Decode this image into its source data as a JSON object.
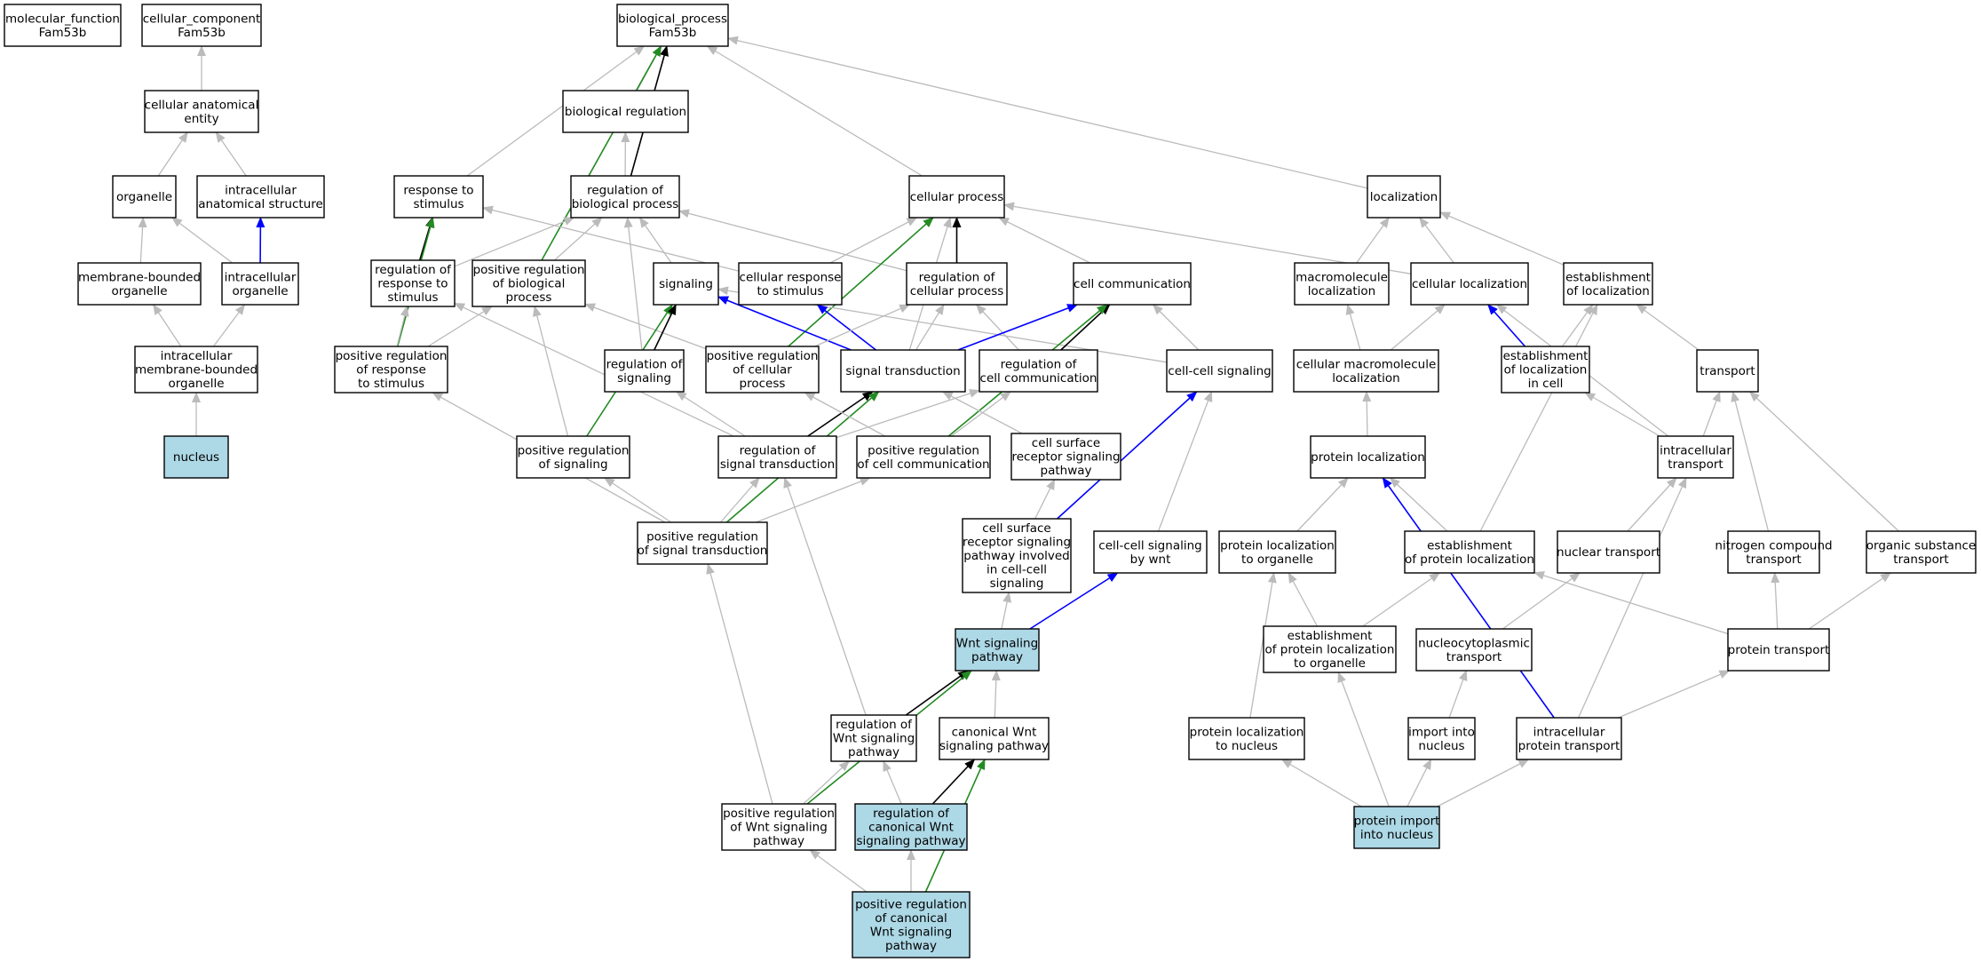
{
  "colors": {
    "is_a": "#bbbbbb",
    "part_of": "#0000ff",
    "regulates": "#000000",
    "positively_regulates": "#228b22",
    "highlight_fill": "#add8e6",
    "node_fill": "#ffffff",
    "node_border": "#000000"
  },
  "nodes": [
    {
      "id": "mf",
      "lines": [
        "molecular_function",
        "Fam53b"
      ]
    },
    {
      "id": "cc",
      "lines": [
        "cellular_component",
        "Fam53b"
      ]
    },
    {
      "id": "bp",
      "lines": [
        "biological_process",
        "Fam53b"
      ]
    },
    {
      "id": "cae",
      "lines": [
        "cellular anatomical",
        "entity"
      ]
    },
    {
      "id": "breg",
      "lines": [
        "biological regulation"
      ]
    },
    {
      "id": "organelle",
      "lines": [
        "organelle"
      ]
    },
    {
      "id": "ias",
      "lines": [
        "intracellular",
        "anatomical structure"
      ]
    },
    {
      "id": "rstim",
      "lines": [
        "response to",
        "stimulus"
      ]
    },
    {
      "id": "rbp",
      "lines": [
        "regulation of",
        "biological process"
      ]
    },
    {
      "id": "cproc",
      "lines": [
        "cellular process"
      ]
    },
    {
      "id": "loc",
      "lines": [
        "localization"
      ]
    },
    {
      "id": "mbo",
      "lines": [
        "membrane-bounded",
        "organelle"
      ]
    },
    {
      "id": "io",
      "lines": [
        "intracellular",
        "organelle"
      ]
    },
    {
      "id": "rrs",
      "lines": [
        "regulation of",
        "response to",
        "stimulus"
      ]
    },
    {
      "id": "prbp",
      "lines": [
        "positive regulation",
        "of biological",
        "process"
      ]
    },
    {
      "id": "signaling",
      "lines": [
        "signaling"
      ]
    },
    {
      "id": "crs",
      "lines": [
        "cellular response",
        "to stimulus"
      ]
    },
    {
      "id": "rcp",
      "lines": [
        "regulation of",
        "cellular process"
      ]
    },
    {
      "id": "ccomm",
      "lines": [
        "cell communication"
      ]
    },
    {
      "id": "mloc",
      "lines": [
        "macromolecule",
        "localization"
      ]
    },
    {
      "id": "cloc",
      "lines": [
        "cellular localization"
      ]
    },
    {
      "id": "eloc",
      "lines": [
        "establishment",
        "of localization"
      ]
    },
    {
      "id": "imbo",
      "lines": [
        "intracellular",
        "membrane-bounded",
        "organelle"
      ]
    },
    {
      "id": "prrs",
      "lines": [
        "positive regulation",
        "of response",
        "to stimulus"
      ]
    },
    {
      "id": "rsig",
      "lines": [
        "regulation of",
        "signaling"
      ]
    },
    {
      "id": "prcp",
      "lines": [
        "positive regulation",
        "of cellular",
        "process"
      ]
    },
    {
      "id": "st",
      "lines": [
        "signal transduction"
      ]
    },
    {
      "id": "rcc",
      "lines": [
        "regulation of",
        "cell communication"
      ]
    },
    {
      "id": "ccs",
      "lines": [
        "cell-cell signaling"
      ]
    },
    {
      "id": "cmloc",
      "lines": [
        "cellular macromolecule",
        "localization"
      ]
    },
    {
      "id": "elc",
      "lines": [
        "establishment",
        "of localization",
        "in cell"
      ]
    },
    {
      "id": "transport",
      "lines": [
        "transport"
      ]
    },
    {
      "id": "nucleus",
      "lines": [
        "nucleus"
      ],
      "highlight": true
    },
    {
      "id": "prsig",
      "lines": [
        "positive regulation",
        "of signaling"
      ]
    },
    {
      "id": "rst",
      "lines": [
        "regulation of",
        "signal transduction"
      ]
    },
    {
      "id": "prcc",
      "lines": [
        "positive regulation",
        "of cell communication"
      ]
    },
    {
      "id": "csrsp",
      "lines": [
        "cell surface",
        "receptor signaling",
        "pathway"
      ]
    },
    {
      "id": "ploc",
      "lines": [
        "protein localization"
      ]
    },
    {
      "id": "itrans",
      "lines": [
        "intracellular",
        "transport"
      ]
    },
    {
      "id": "prst",
      "lines": [
        "positive regulation",
        "of signal transduction"
      ]
    },
    {
      "id": "csrsp2",
      "lines": [
        "cell surface",
        "receptor signaling",
        "pathway involved",
        "in cell-cell",
        "signaling"
      ]
    },
    {
      "id": "ccsw",
      "lines": [
        "cell-cell signaling",
        "by wnt"
      ]
    },
    {
      "id": "plo",
      "lines": [
        "protein localization",
        "to organelle"
      ]
    },
    {
      "id": "epl",
      "lines": [
        "establishment",
        "of protein localization"
      ]
    },
    {
      "id": "ntrans",
      "lines": [
        "nuclear transport"
      ]
    },
    {
      "id": "nct",
      "lines": [
        "nitrogen compound",
        "transport"
      ]
    },
    {
      "id": "ost",
      "lines": [
        "organic substance",
        "transport"
      ]
    },
    {
      "id": "wnt",
      "lines": [
        "Wnt signaling",
        "pathway"
      ],
      "highlight": true
    },
    {
      "id": "eplo",
      "lines": [
        "establishment",
        "of protein localization",
        "to organelle"
      ]
    },
    {
      "id": "nctr",
      "lines": [
        "nucleocytoplasmic",
        "transport"
      ]
    },
    {
      "id": "ptrans",
      "lines": [
        "protein transport"
      ]
    },
    {
      "id": "rwnt",
      "lines": [
        "regulation of",
        "Wnt signaling",
        "pathway"
      ]
    },
    {
      "id": "cwnt",
      "lines": [
        "canonical Wnt",
        "signaling pathway"
      ]
    },
    {
      "id": "pln",
      "lines": [
        "protein localization",
        "to nucleus"
      ]
    },
    {
      "id": "iin",
      "lines": [
        "import into",
        "nucleus"
      ]
    },
    {
      "id": "ipt",
      "lines": [
        "intracellular",
        "protein transport"
      ]
    },
    {
      "id": "prwnt",
      "lines": [
        "positive regulation",
        "of Wnt signaling",
        "pathway"
      ]
    },
    {
      "id": "rcwnt",
      "lines": [
        "regulation of",
        "canonical Wnt",
        "signaling pathway"
      ],
      "highlight": true
    },
    {
      "id": "pin",
      "lines": [
        "protein import",
        "into nucleus"
      ],
      "highlight": true
    },
    {
      "id": "prcwnt",
      "lines": [
        "positive regulation",
        "of canonical",
        "Wnt signaling",
        "pathway"
      ],
      "highlight": true
    }
  ],
  "edges": [
    {
      "from": "cae",
      "to": "cc",
      "type": "is_a"
    },
    {
      "from": "organelle",
      "to": "cae",
      "type": "is_a"
    },
    {
      "from": "ias",
      "to": "cae",
      "type": "is_a"
    },
    {
      "from": "mbo",
      "to": "organelle",
      "type": "is_a"
    },
    {
      "from": "io",
      "to": "organelle",
      "type": "is_a"
    },
    {
      "from": "io",
      "to": "ias",
      "type": "part_of"
    },
    {
      "from": "imbo",
      "to": "mbo",
      "type": "is_a"
    },
    {
      "from": "imbo",
      "to": "io",
      "type": "is_a"
    },
    {
      "from": "nucleus",
      "to": "imbo",
      "type": "is_a"
    },
    {
      "from": "breg",
      "to": "bp",
      "type": "is_a"
    },
    {
      "from": "rstim",
      "to": "bp",
      "type": "is_a"
    },
    {
      "from": "rbp",
      "to": "bp",
      "type": "regulates"
    },
    {
      "from": "prbp",
      "to": "bp",
      "type": "positively_regulates"
    },
    {
      "from": "cproc",
      "to": "bp",
      "type": "is_a"
    },
    {
      "from": "loc",
      "to": "bp",
      "type": "is_a"
    },
    {
      "from": "rbp",
      "to": "breg",
      "type": "is_a"
    },
    {
      "from": "rrs",
      "to": "rstim",
      "type": "regulates"
    },
    {
      "from": "rrs",
      "to": "rbp",
      "type": "is_a"
    },
    {
      "from": "prbp",
      "to": "rbp",
      "type": "is_a"
    },
    {
      "from": "signaling",
      "to": "rbp",
      "type": "is_a"
    },
    {
      "from": "rsig",
      "to": "rbp",
      "type": "is_a"
    },
    {
      "from": "rcp",
      "to": "rbp",
      "type": "is_a"
    },
    {
      "from": "crs",
      "to": "rstim",
      "type": "is_a"
    },
    {
      "from": "crs",
      "to": "cproc",
      "type": "is_a"
    },
    {
      "from": "rcp",
      "to": "cproc",
      "type": "regulates"
    },
    {
      "from": "ccomm",
      "to": "cproc",
      "type": "is_a"
    },
    {
      "from": "st",
      "to": "cproc",
      "type": "is_a"
    },
    {
      "from": "prcp",
      "to": "cproc",
      "type": "positively_regulates"
    },
    {
      "from": "cloc",
      "to": "cproc",
      "type": "is_a"
    },
    {
      "from": "prrs",
      "to": "rstim",
      "type": "positively_regulates"
    },
    {
      "from": "prrs",
      "to": "rrs",
      "type": "is_a"
    },
    {
      "from": "prrs",
      "to": "prbp",
      "type": "is_a"
    },
    {
      "from": "prsig",
      "to": "prbp",
      "type": "is_a"
    },
    {
      "from": "prcp",
      "to": "prbp",
      "type": "is_a"
    },
    {
      "from": "prsig",
      "to": "signaling",
      "type": "positively_regulates"
    },
    {
      "from": "rsig",
      "to": "signaling",
      "type": "regulates"
    },
    {
      "from": "st",
      "to": "signaling",
      "type": "part_of"
    },
    {
      "from": "ccs",
      "to": "signaling",
      "type": "is_a"
    },
    {
      "from": "st",
      "to": "crs",
      "type": "part_of"
    },
    {
      "from": "prcp",
      "to": "rcp",
      "type": "is_a"
    },
    {
      "from": "st",
      "to": "rcp",
      "type": "is_a"
    },
    {
      "from": "rcc",
      "to": "rcp",
      "type": "is_a"
    },
    {
      "from": "st",
      "to": "ccomm",
      "type": "part_of"
    },
    {
      "from": "rcc",
      "to": "ccomm",
      "type": "regulates"
    },
    {
      "from": "prcc",
      "to": "ccomm",
      "type": "positively_regulates"
    },
    {
      "from": "ccs",
      "to": "ccomm",
      "type": "is_a"
    },
    {
      "from": "rst",
      "to": "rrs",
      "type": "is_a"
    },
    {
      "from": "rst",
      "to": "rsig",
      "type": "is_a"
    },
    {
      "from": "rst",
      "to": "st",
      "type": "regulates"
    },
    {
      "from": "rst",
      "to": "rcc",
      "type": "is_a"
    },
    {
      "from": "prst",
      "to": "prrs",
      "type": "is_a"
    },
    {
      "from": "prst",
      "to": "prsig",
      "type": "is_a"
    },
    {
      "from": "prst",
      "to": "rst",
      "type": "is_a"
    },
    {
      "from": "prst",
      "to": "prcc",
      "type": "is_a"
    },
    {
      "from": "prst",
      "to": "st",
      "type": "positively_regulates"
    },
    {
      "from": "prcc",
      "to": "prcp",
      "type": "is_a"
    },
    {
      "from": "prcc",
      "to": "rcc",
      "type": "is_a"
    },
    {
      "from": "csrsp",
      "to": "st",
      "type": "is_a"
    },
    {
      "from": "csrsp2",
      "to": "csrsp",
      "type": "is_a"
    },
    {
      "from": "csrsp2",
      "to": "ccs",
      "type": "part_of"
    },
    {
      "from": "ccsw",
      "to": "ccs",
      "type": "is_a"
    },
    {
      "from": "wnt",
      "to": "csrsp2",
      "type": "is_a"
    },
    {
      "from": "wnt",
      "to": "ccsw",
      "type": "part_of"
    },
    {
      "from": "rwnt",
      "to": "rst",
      "type": "is_a"
    },
    {
      "from": "rwnt",
      "to": "wnt",
      "type": "regulates"
    },
    {
      "from": "cwnt",
      "to": "wnt",
      "type": "is_a"
    },
    {
      "from": "prwnt",
      "to": "prst",
      "type": "is_a"
    },
    {
      "from": "prwnt",
      "to": "rwnt",
      "type": "is_a"
    },
    {
      "from": "prwnt",
      "to": "wnt",
      "type": "positively_regulates"
    },
    {
      "from": "rcwnt",
      "to": "rwnt",
      "type": "is_a"
    },
    {
      "from": "rcwnt",
      "to": "cwnt",
      "type": "regulates"
    },
    {
      "from": "prcwnt",
      "to": "prwnt",
      "type": "is_a"
    },
    {
      "from": "prcwnt",
      "to": "rcwnt",
      "type": "is_a"
    },
    {
      "from": "prcwnt",
      "to": "cwnt",
      "type": "positively_regulates"
    },
    {
      "from": "mloc",
      "to": "loc",
      "type": "is_a"
    },
    {
      "from": "cloc",
      "to": "loc",
      "type": "is_a"
    },
    {
      "from": "eloc",
      "to": "loc",
      "type": "is_a"
    },
    {
      "from": "cmloc",
      "to": "mloc",
      "type": "is_a"
    },
    {
      "from": "cmloc",
      "to": "cloc",
      "type": "is_a"
    },
    {
      "from": "elc",
      "to": "cloc",
      "type": "part_of"
    },
    {
      "from": "elc",
      "to": "eloc",
      "type": "is_a"
    },
    {
      "from": "transport",
      "to": "eloc",
      "type": "is_a"
    },
    {
      "from": "ploc",
      "to": "cmloc",
      "type": "is_a"
    },
    {
      "from": "itrans",
      "to": "cloc",
      "type": "is_a"
    },
    {
      "from": "itrans",
      "to": "elc",
      "type": "is_a"
    },
    {
      "from": "itrans",
      "to": "transport",
      "type": "is_a"
    },
    {
      "from": "nct",
      "to": "transport",
      "type": "is_a"
    },
    {
      "from": "ost",
      "to": "transport",
      "type": "is_a"
    },
    {
      "from": "plo",
      "to": "ploc",
      "type": "is_a"
    },
    {
      "from": "epl",
      "to": "ploc",
      "type": "is_a"
    },
    {
      "from": "epl",
      "to": "eloc",
      "type": "is_a"
    },
    {
      "from": "ntrans",
      "to": "itrans",
      "type": "is_a"
    },
    {
      "from": "ptrans",
      "to": "nct",
      "type": "is_a"
    },
    {
      "from": "ptrans",
      "to": "ost",
      "type": "is_a"
    },
    {
      "from": "ptrans",
      "to": "epl",
      "type": "is_a"
    },
    {
      "from": "eplo",
      "to": "plo",
      "type": "is_a"
    },
    {
      "from": "eplo",
      "to": "epl",
      "type": "is_a"
    },
    {
      "from": "nctr",
      "to": "ntrans",
      "type": "is_a"
    },
    {
      "from": "pln",
      "to": "plo",
      "type": "is_a"
    },
    {
      "from": "iin",
      "to": "nctr",
      "type": "is_a"
    },
    {
      "from": "ipt",
      "to": "itrans",
      "type": "is_a"
    },
    {
      "from": "ipt",
      "to": "ptrans",
      "type": "is_a"
    },
    {
      "from": "ipt",
      "to": "ploc",
      "type": "part_of"
    },
    {
      "from": "pin",
      "to": "pln",
      "type": "is_a"
    },
    {
      "from": "pin",
      "to": "eplo",
      "type": "is_a"
    },
    {
      "from": "pin",
      "to": "iin",
      "type": "is_a"
    },
    {
      "from": "pin",
      "to": "ipt",
      "type": "is_a"
    }
  ]
}
